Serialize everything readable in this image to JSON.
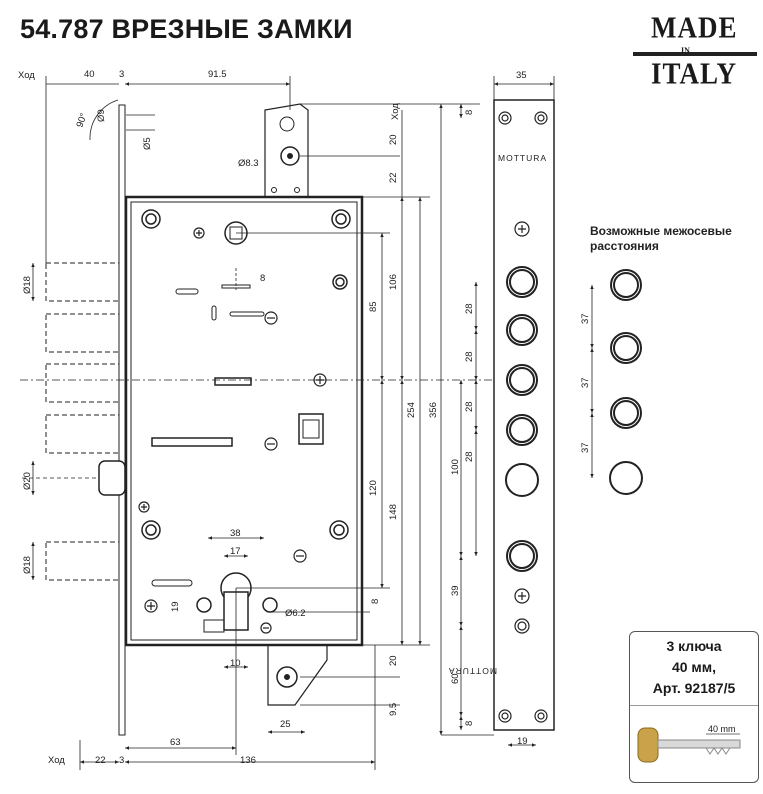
{
  "title": "54.787 ВРЕЗНЫЕ ЗАМКИ",
  "badge": {
    "made": "MADE",
    "in": "IN",
    "italy": "ITALY"
  },
  "spacing_label": {
    "line1": "Возможные межосевые",
    "line2": "расстояния"
  },
  "key_info": {
    "line1": "3 ключа",
    "line2": "40 мм,",
    "line3": "Арт. 92187/5",
    "key_length": "40 mm"
  },
  "strip_text": {
    "top": "MOTTURA",
    "bottom": "MOTTURA"
  },
  "labels": {
    "hod_top_left": "Ход",
    "hod_top_right": "Ход",
    "hod_bottom_left": "Ход"
  },
  "dimensions": {
    "top_40": "40",
    "top_3": "3",
    "top_915": "91.5",
    "strip_35": "35",
    "angle_90": "90°",
    "dia_9": "Ø9",
    "dia_5": "Ø5",
    "dia_83": "Ø8.3",
    "sq_8": "8",
    "d_20_top": "20",
    "d_22": "22",
    "d_8_top": "8",
    "d_106": "106",
    "d_85": "85",
    "d_254": "254",
    "d_356": "356",
    "d_120": "120",
    "d_148": "148",
    "d_8_mid": "8",
    "d_100": "100",
    "d_20_bot": "20",
    "d_95": "9.5",
    "d_39": "39",
    "d_60": "60",
    "d_8_bot": "8",
    "s_28_a": "28",
    "s_28_b": "28",
    "s_28_c": "28",
    "s_28_d": "28",
    "p_37_a": "37",
    "p_37_b": "37",
    "p_37_c": "37",
    "dia_18_top": "Ø18",
    "dia_20": "Ø20",
    "dia_18_bot": "Ø18",
    "cyl_38": "38",
    "cyl_17": "17",
    "cyl_19": "19",
    "cyl_10": "10",
    "dia_62": "Ø6.2",
    "bot_25": "25",
    "bot_22": "22",
    "bot_3": "3",
    "bot_63": "63",
    "bot_136": "136",
    "bot_19": "19"
  }
}
